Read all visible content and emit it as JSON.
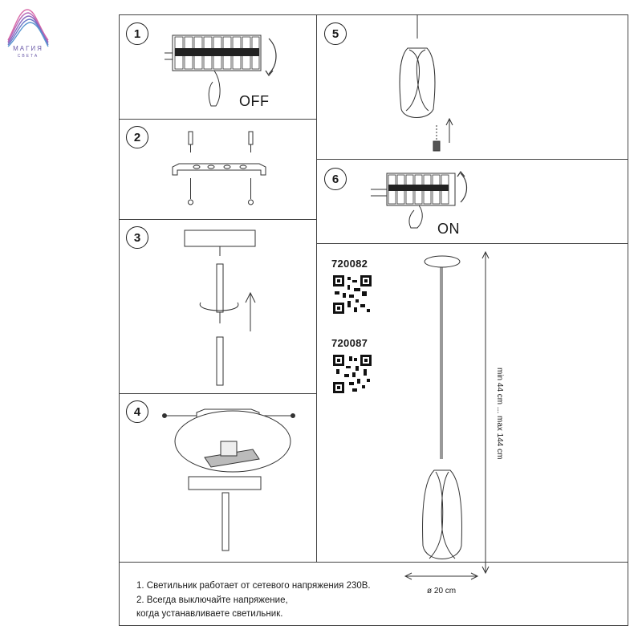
{
  "brand": {
    "name": "МАГИЯ",
    "sub": "СВЕТА",
    "color_primary": "#6a5aa8",
    "color_secondary": "#d86aa8"
  },
  "steps": [
    {
      "number": "1",
      "caption": "OFF"
    },
    {
      "number": "2",
      "caption": ""
    },
    {
      "number": "3",
      "caption": ""
    },
    {
      "number": "4",
      "caption": ""
    },
    {
      "number": "5",
      "caption": ""
    },
    {
      "number": "6",
      "caption": "ON"
    }
  ],
  "products": [
    {
      "code": "720082"
    },
    {
      "code": "720087"
    }
  ],
  "dimensions": {
    "height": "min 44 cm ... max 144 cm",
    "diameter": "ø 20 cm"
  },
  "notes": [
    "1. Светильник работает от сетевого напряжения 230В.",
    "2. Всегда выключайте напряжение,",
    "когда устанавливаете светильник."
  ],
  "colors": {
    "line": "#444444",
    "ink": "#1a1a1a"
  }
}
